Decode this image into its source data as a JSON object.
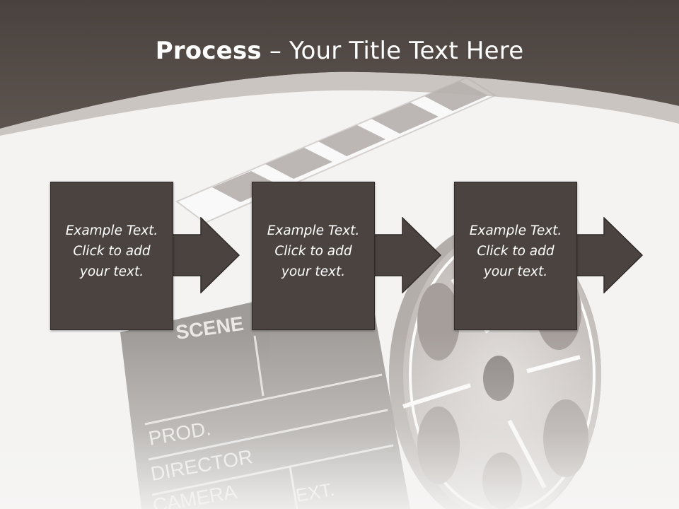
{
  "slide": {
    "title_bold": "Process",
    "title_rest": " – Your Title Text Here",
    "colors": {
      "header": "#534b47",
      "box": "#4a4340",
      "text": "#ffffff",
      "background": "#f4f3f2"
    }
  },
  "steps": [
    {
      "line1": "Example Text.",
      "line2": "Click  to add",
      "line3": "your text."
    },
    {
      "line1": "Example Text.",
      "line2": "Click  to add",
      "line3": "your text."
    },
    {
      "line1": "Example Text.",
      "line2": "Click  to add",
      "line3": "your text."
    }
  ],
  "artwork": {
    "clapper_labels": [
      "SCENE",
      "PROD.",
      "DIRECTOR",
      "CAMERA",
      "EXT."
    ]
  }
}
